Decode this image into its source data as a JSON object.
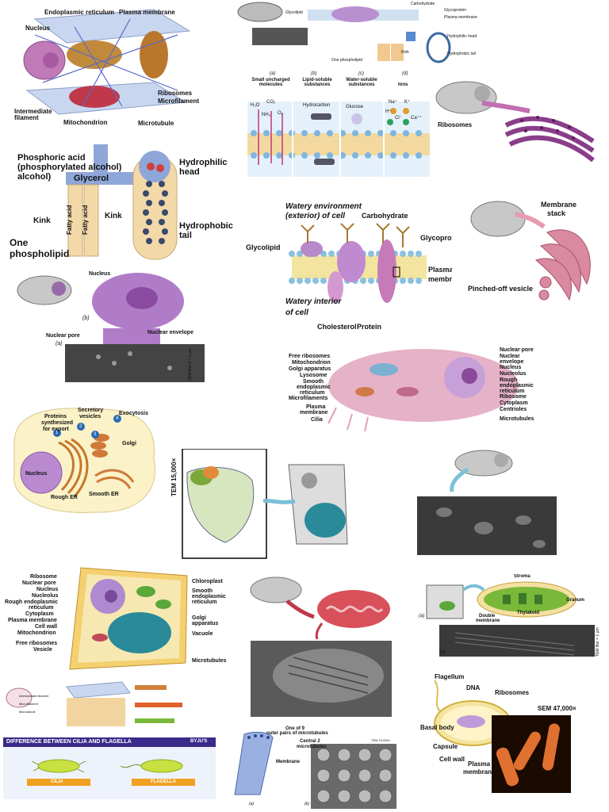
{
  "cytoskeleton": {
    "endoplasmic_reticulum": "Endoplasmic reticulum",
    "plasma_membrane": "Plasma membrane",
    "nucleus": "Nucleus",
    "intermediate_filament": "Intermediate filament",
    "mitochondrion": "Mitochondrion",
    "ribosomes": "Ribosomes",
    "microfilament": "Microfilament",
    "microtubule": "Microtubule"
  },
  "membrane_small": {
    "glycolipid": "Glycolipid",
    "carbohydrate": "Carbohydrate",
    "glycoprotein": "Glycoprotein",
    "plasma_membrane": "Plasma membrane",
    "kink": "Kink",
    "hydrophilic_head": "Hydrophilic head",
    "hydrophobic_tail": "Hydrophobic tail",
    "one_phospholipid": "One phospholipid"
  },
  "transport": {
    "a_label": "(a)",
    "a_title": "Small uncharged molecules",
    "b_label": "(b)",
    "b_title": "Lipid-soluble substances",
    "c_label": "(c)",
    "c_title": "Water-soluble substances",
    "d_label": "(d)",
    "d_title": "Ions",
    "h2o": "H₂O",
    "co2": "CO₂",
    "nh3": "NH₃",
    "o2": "O₂",
    "hydrocarbon": "Hydrocarbon",
    "glucose": "Glucose",
    "na": "Na⁺",
    "k": "K⁺",
    "h": "H⁺",
    "cl": "Cl⁻",
    "ca": "Ca⁺⁺"
  },
  "ribosomes_panel": {
    "ribosomes": "Ribosomes"
  },
  "phospholipid": {
    "phosphoric_acid": "Phosphoric acid",
    "phosphorylated_alcohol": "(phosphorylated alcohol)",
    "glycerol": "Glycerol",
    "fatty_acid": "Fatty acid",
    "kink": "Kink",
    "hydrophilic": "Hydrophilic",
    "head": "head",
    "hydrophobic": "Hydrophobic",
    "tail": "tail",
    "one": "One",
    "phospholipid": "phospholipid"
  },
  "membrane_big": {
    "watery_environment": "Watery environment",
    "exterior_of_cell": "(exterior) of cell",
    "carbohydrate": "Carbohydrate",
    "glycoprotein": "Glycoprotein",
    "glycolipid": "Glycolipid",
    "plasma": "Plasma",
    "membrane": "membrane",
    "watery_interior": "Watery interior",
    "of_cell": "of cell",
    "cholesterol": "Cholesterol",
    "protein": "Protein"
  },
  "golgi_stack": {
    "membrane": "Membrane",
    "stack": "stack",
    "pinched_off_vesicle": "Pinched-off vesicle"
  },
  "nucleus_panel": {
    "nucleus": "Nucleus",
    "b": "(b)",
    "a": "(a)",
    "nuclear_pore": "Nuclear pore",
    "nuclear_envelope": "Nuclear envelope",
    "scale": "SEM Bar 5 = 1 μm"
  },
  "animal_cell": {
    "free_ribosomes": "Free ribosomes",
    "mitochondrion": "Mitochondrion",
    "golgi_apparatus": "Golgi apparatus",
    "lysosome": "Lysosome",
    "smooth": "Smooth",
    "endoplasmic": "endoplasmic",
    "reticulum": "reticulum",
    "microfilaments": "Microfilaments",
    "plasma": "Plasma",
    "membrane": "membrane",
    "cilia": "Cilia",
    "nuclear_pore": "Nuclear pore",
    "nuclear": "Nuclear",
    "envelope": "envelope",
    "nucleus": "Nucleus",
    "nucleolus": "Nucleolus",
    "rough": "Rough",
    "ribosome": "Ribosome",
    "cytoplasm": "Cytoplasm",
    "centrioles": "Centrioles",
    "microtubules": "Microtubules"
  },
  "secretion": {
    "proteins": "Proteins",
    "synthesized": "synthesized",
    "for_export": "for export",
    "secretory": "Secretory",
    "vesicles": "vesicles",
    "exocytosis": "Exocytosis",
    "golgi": "Golgi",
    "nucleus": "Nucleus",
    "rough_er": "Rough ER",
    "smooth_er": "Smooth ER",
    "n1": "1",
    "n2": "2",
    "n3": "3",
    "n4": "4"
  },
  "tem_panel": {
    "scale": "TEM 15,000×"
  },
  "plant_cell": {
    "ribosome": "Ribosome",
    "nuclear_pore": "Nuclear pore",
    "nucleus": "Nucleus",
    "nucleolus": "Nucleolus",
    "rough_er": "Rough endoplasmic",
    "reticulum": "reticulum",
    "cytoplasm": "Cytoplasm",
    "plasma_membrane": "Plasma membrane",
    "cell_wall": "Cell wall",
    "mitochondrion": "Mitochondrion",
    "free_ribosomes": "Free ribosomes",
    "vesicle": "Vesicle",
    "chloroplast": "Chloroplast",
    "smooth": "Smooth",
    "endoplasmic": "endoplasmic",
    "reticulum2": "reticulum",
    "golgi": "Golgi",
    "apparatus": "apparatus",
    "vacuole": "Vacuole",
    "microtubules": "Microtubules"
  },
  "chloroplast_panel": {
    "stroma": "Stroma",
    "granum": "Granum",
    "thylakoid": "Thylakoid",
    "double": "Double",
    "membrane": "membrane",
    "a": "(a)",
    "b": "(b)",
    "scale": "TEM Bar = 1 μm"
  },
  "cytoskeleton_small": {
    "intermediate_filament": "Intermediate filament",
    "microfilament": "Microfilament",
    "microtubule": "Microtubule"
  },
  "cilia_banner": {
    "title": "DIFFERENCE BETWEEN CILIA AND FLAGELLA",
    "brand": "BYJU'S",
    "cilia": "CILIA",
    "flagella": "FLAGELLA"
  },
  "flagellum_panel": {
    "one_of_9": "One of 9",
    "outer_pairs": "outer pairs of microtubules",
    "central_2": "Central 2",
    "microtubules": "microtubules",
    "membrane": "Membrane",
    "a": "(a)",
    "b": "(b)",
    "scale": "TEM 70,000×"
  },
  "bacterium": {
    "flagellum": "Flagellum",
    "dna": "DNA",
    "ribosomes": "Ribosomes",
    "scale": "SEM 47,000×",
    "basal_body": "Basal body",
    "capsule": "Capsule",
    "cell_wall": "Cell wall",
    "plasma": "Plasma",
    "membrane": "membrane"
  },
  "colors": {
    "purple": "#9b5ca8",
    "pink": "#d98aa0",
    "teal": "#2fa0b0",
    "orange": "#d6852b",
    "green": "#7bb84a"
  }
}
